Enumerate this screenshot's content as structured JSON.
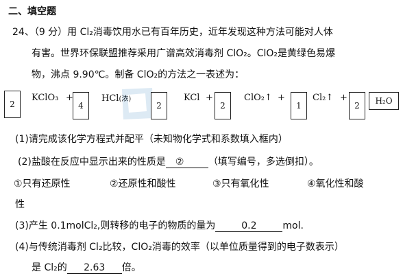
{
  "section_title": "二、填空题",
  "question": {
    "line1": "24、（9 分）用 Cl₂消毒饮用水已有百年历史，近年发现这种方法可能对人体",
    "line2": "有害。世界环保联盟推荐采用广谱高效消毒剂 ClO₂。ClO₂是黄绿色易爆",
    "line3": "物，沸点 9.90℃。制备 ClO₂的方法之一表述为："
  },
  "equation": {
    "box1": "2",
    "t1": "KClO₃",
    "plus1": "+",
    "box2": "4",
    "t2": "HCl",
    "t2sub": "(浓)",
    "box3": "2",
    "t3": "KCl",
    "plus2": "+",
    "box4": "2",
    "t4": "ClO₂↑",
    "plus3": "+",
    "box5": "1",
    "t5": "Cl₂↑",
    "plus4": "+",
    "box6": "2",
    "box7": "H₂O"
  },
  "q1": "(1)请完成该化学方程式并配平（未知物化学式和系数填入框内）",
  "q2_pre": "(2)盐酸在反应中显示出来的性质是",
  "q2_ans": "②",
  "q2_post": "（填写编号，多选倒扣）。",
  "options": {
    "o1": "①只有还原性",
    "o2": "②还原性和酸性",
    "o3": "③只有氧化性",
    "o4": "④氧化性和酸",
    "o4_cont": "性"
  },
  "q3_pre": "(3)产生 0.1molCl₂,则转移的电子的物质的量为",
  "q3_ans": "0.2",
  "q3_post": "mol.",
  "q4_line1": "(4)与传统消毒剂 Cl₂比较，ClO₂消毒的效率（以单位质量得到的电子数表示）",
  "q4_pre": "是 Cl₂的",
  "q4_ans": "2.63",
  "q4_post": "倍。"
}
